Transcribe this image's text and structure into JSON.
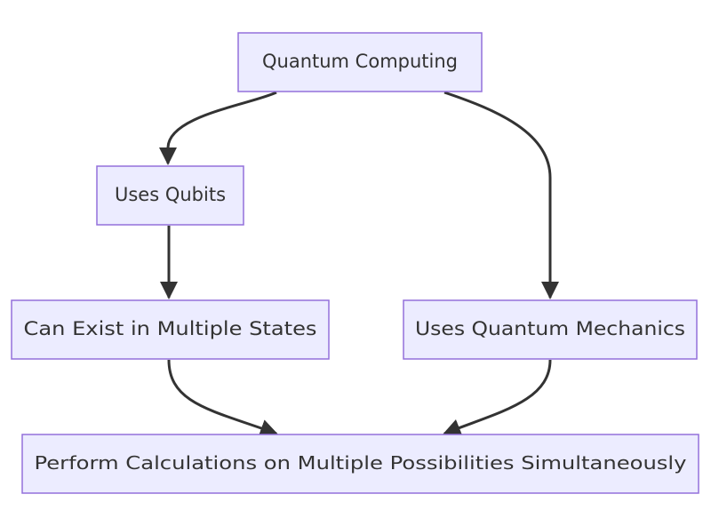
{
  "diagram": {
    "nodes": {
      "quantum_computing": "Quantum Computing",
      "uses_qubits": "Uses Qubits",
      "multiple_states": "Can Exist in Multiple States",
      "quantum_mechanics": "Uses Quantum Mechanics",
      "perform_calculations": "Perform Calculations on Multiple Possibilities Simultaneously"
    },
    "edges": [
      {
        "from": "Quantum Computing",
        "to": "Uses Qubits"
      },
      {
        "from": "Quantum Computing",
        "to": "Uses Quantum Mechanics"
      },
      {
        "from": "Uses Qubits",
        "to": "Can Exist in Multiple States"
      },
      {
        "from": "Can Exist in Multiple States",
        "to": "Perform Calculations on Multiple Possibilities Simultaneously"
      },
      {
        "from": "Uses Quantum Mechanics",
        "to": "Perform Calculations on Multiple Possibilities Simultaneously"
      }
    ],
    "colors": {
      "node_fill": "#ECECFF",
      "node_border": "#9370DB",
      "edge": "#333333",
      "text": "#333333"
    }
  }
}
